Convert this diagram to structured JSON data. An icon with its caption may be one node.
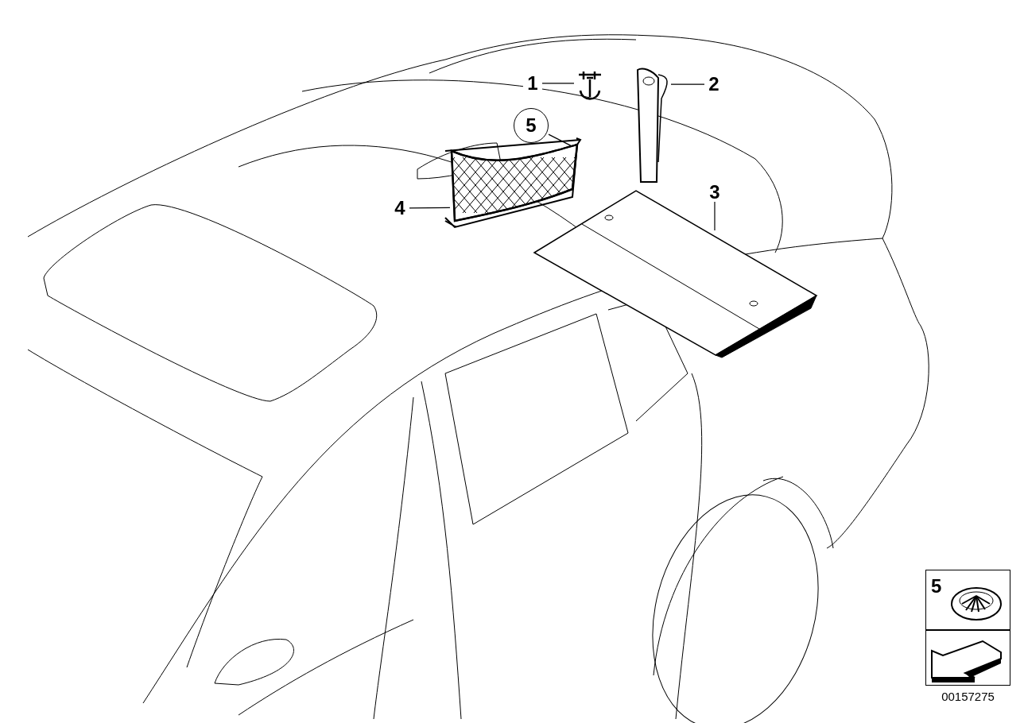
{
  "diagram": {
    "nodes": [
      {
        "text": [
          "1"
        ]
      },
      {
        "text": [],
        "shape": "picture"
      },
      {
        "text": [
          "2"
        ]
      },
      {
        "text": [],
        "shape": "picture"
      },
      {
        "text": [
          "5"
        ]
      },
      {
        "text": [],
        "shape": "picture"
      },
      {
        "text": [
          "4"
        ]
      },
      {
        "text": [
          "3"
        ]
      },
      {
        "text": [],
        "shape": "picture"
      },
      {
        "text": [
          "5"
        ]
      }
    ],
    "edges": [
      {
        "from": 0,
        "to": 1,
        "arrow": "none"
      },
      {
        "from": 2,
        "to": 3,
        "arrow": "none"
      },
      {
        "from": 4,
        "to": 5,
        "arrow": "none"
      },
      {
        "from": 6,
        "to": 5,
        "arrow": "none"
      },
      {
        "from": 7,
        "to": 8,
        "arrow": "none"
      }
    ],
    "labels": [
      "00157275"
    ]
  }
}
